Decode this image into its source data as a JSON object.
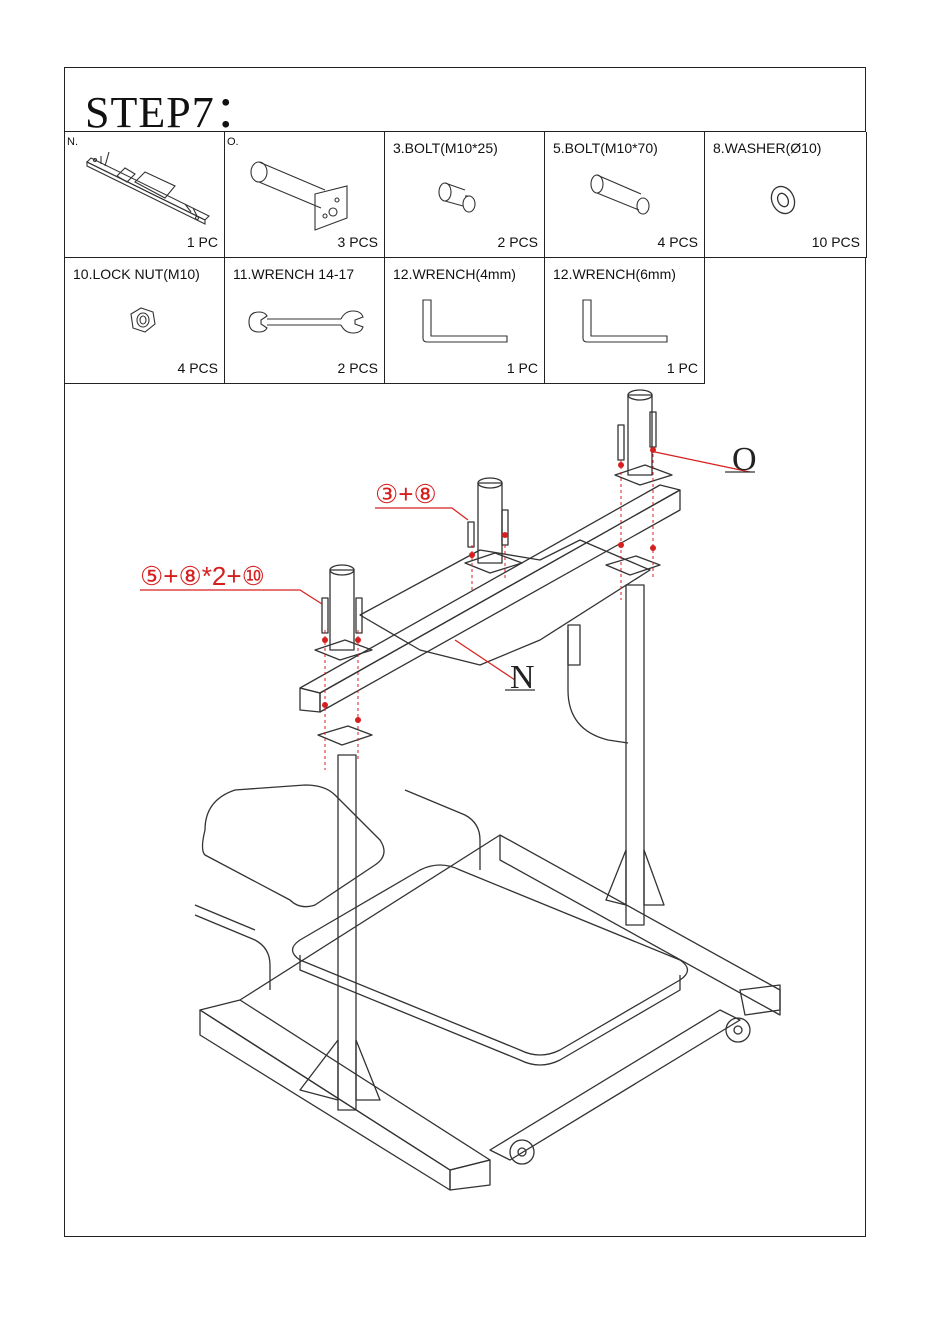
{
  "step_title": "STEP7：",
  "parts": [
    {
      "label": "N.",
      "qty": "1 PC",
      "icon": "crossbar-icon"
    },
    {
      "label": "O.",
      "qty": "3 PCS",
      "icon": "weight-post-icon"
    },
    {
      "label": "3.BOLT(M10*25)",
      "qty": "2 PCS",
      "icon": "short-bolt-icon"
    },
    {
      "label": "5.BOLT(M10*70)",
      "qty": "4 PCS",
      "icon": "long-bolt-icon"
    },
    {
      "label": "8.WASHER(Ø10)",
      "qty": "10 PCS",
      "icon": "washer-icon"
    },
    {
      "label": "10.LOCK NUT(M10)",
      "qty": "4 PCS",
      "icon": "lock-nut-icon"
    },
    {
      "label": "11.WRENCH 14-17",
      "qty": "2 PCS",
      "icon": "wrench-icon"
    },
    {
      "label": "12.WRENCH(4mm)",
      "qty": "1 PC",
      "icon": "hex-key-icon"
    },
    {
      "label": "12.WRENCH(6mm)",
      "qty": "1 PC",
      "icon": "hex-key-icon"
    }
  ],
  "callouts": {
    "center_post": "③+⑧",
    "left_post": "⑤+⑧*2+⑩",
    "post_label": "O",
    "crossbar_label": "N"
  },
  "colors": {
    "line": "#333333",
    "callout": "#d62020"
  }
}
